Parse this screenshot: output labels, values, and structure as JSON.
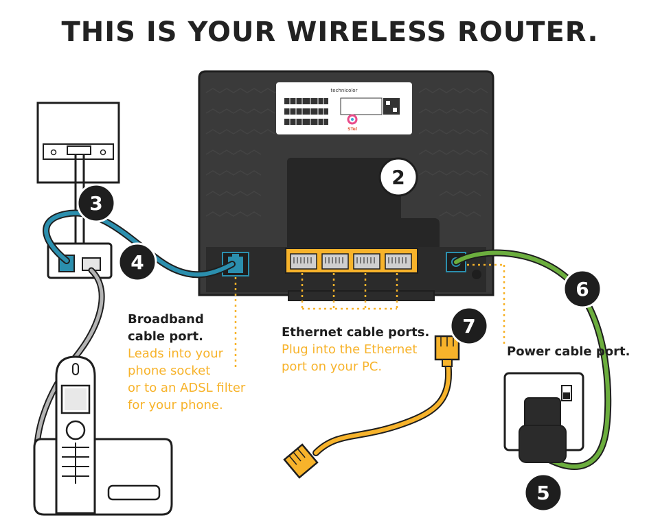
{
  "title": "THIS IS YOUR WIRELESS ROUTER.",
  "colors": {
    "router_body": "#3a3a3a",
    "ink": "#1e1e1e",
    "accent_yellow": "#f7b32b",
    "broadband_blue": "#2b8fae",
    "power_green": "#6cae3e",
    "phone_grey": "#b4b4b4"
  },
  "router": {
    "brand": "technicolor",
    "sticker_mark": "STel"
  },
  "markers": [
    {
      "id": "2",
      "label": "2"
    },
    {
      "id": "3",
      "label": "3"
    },
    {
      "id": "4",
      "label": "4"
    },
    {
      "id": "5",
      "label": "5"
    },
    {
      "id": "6",
      "label": "6"
    },
    {
      "id": "7",
      "label": "7"
    }
  ],
  "callouts": {
    "broadband": {
      "heading_line1": "Broadband",
      "heading_line2": "cable port.",
      "detail_lines": [
        "Leads into your",
        "phone socket",
        "or to an ADSL filter",
        "for your phone."
      ]
    },
    "ethernet": {
      "heading": "Ethernet cable ports.",
      "detail_lines": [
        "Plug into the Ethernet",
        "port on your PC."
      ]
    },
    "power": {
      "heading": "Power cable port."
    }
  }
}
